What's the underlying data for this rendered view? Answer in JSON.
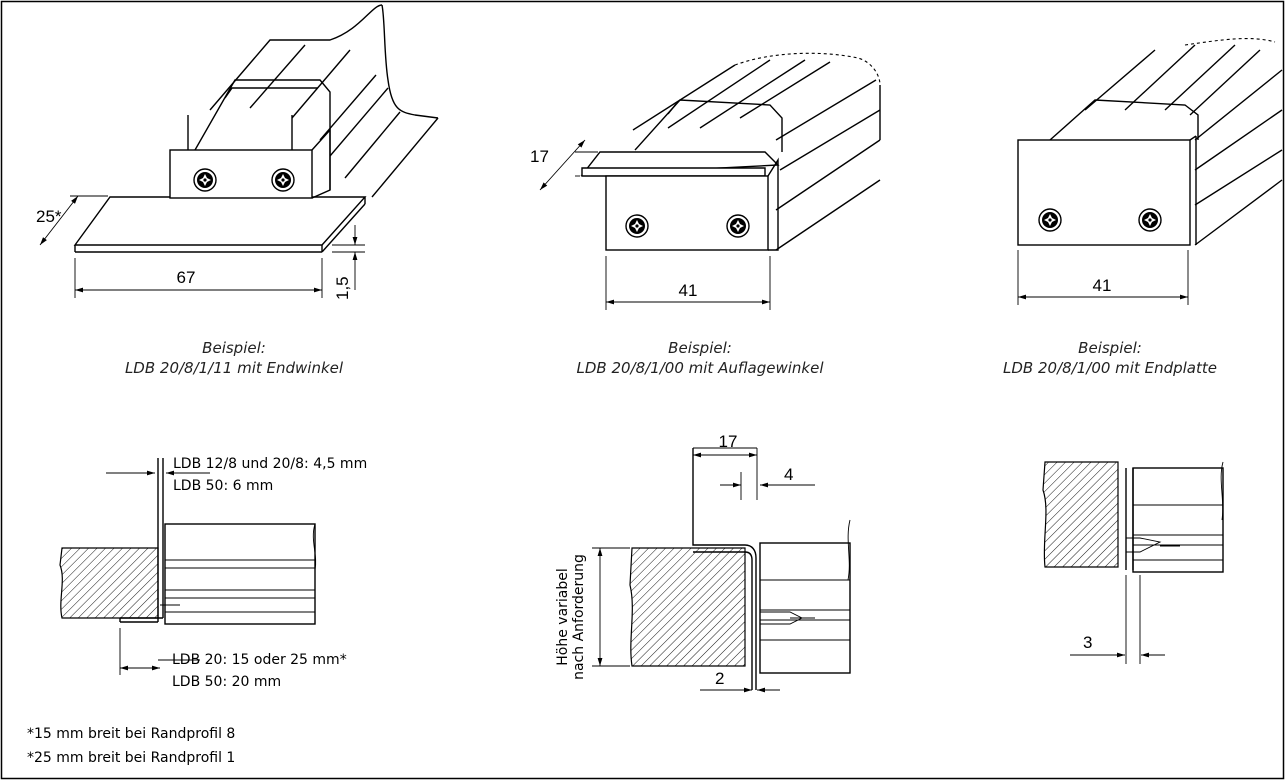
{
  "views": {
    "end_angle": {
      "dim_width": "67",
      "dim_depth": "25*",
      "dim_thickness": "1,5",
      "caption_line1": "Beispiel:",
      "caption_line2": "LDB 20/8/1/11 mit Endwinkel"
    },
    "support_angle": {
      "dim_top": "17",
      "dim_width": "41",
      "caption_line1": "Beispiel:",
      "caption_line2": "LDB 20/8/1/00 mit Auflagewinkel"
    },
    "end_plate": {
      "dim_width": "41",
      "caption_line1": "Beispiel:",
      "caption_line2": "LDB 20/8/1/00 mit Endplatte"
    }
  },
  "sections": {
    "end_angle": {
      "label_top_1": "LDB 12/8 und 20/8: 4,5 mm",
      "label_top_2": "LDB 50: 6 mm",
      "label_bottom_1": "LDB 20: 15 oder 25 mm*",
      "label_bottom_2": "LDB 50: 20 mm"
    },
    "support_angle": {
      "dim_top": "17",
      "dim_gap": "4",
      "dim_bottom": "2",
      "height_label_1": "Höhe variabel",
      "height_label_2": "nach Anforderung"
    },
    "end_plate": {
      "dim_bottom": "3"
    }
  },
  "footnotes": [
    "*15 mm breit bei Randprofil 8",
    "*25 mm breit bei Randprofil 1"
  ]
}
